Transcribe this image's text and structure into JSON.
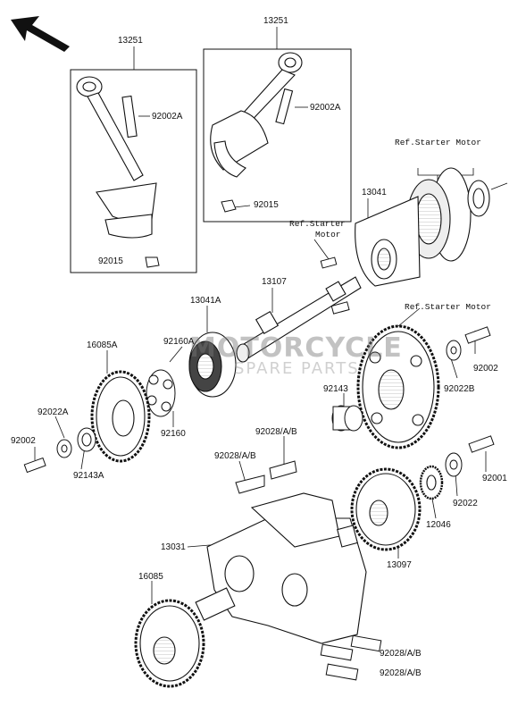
{
  "watermark": {
    "line1": "MOTORCYCLE",
    "line2": "SPARE PARTS",
    "shade": "#b8b8b8",
    "accent": "#d9534f"
  },
  "labels": {
    "13251_a": "13251",
    "13251_b": "13251",
    "92002A_a": "92002A",
    "92002A_b": "92002A",
    "92015_a": "92015",
    "92015_b": "92015",
    "ref_starter_motor_top": "Ref.Starter Motor",
    "ref_starter_a": "Ref.Starter",
    "ref_motor_a": "Motor",
    "ref_starter_motor_mid": "Ref.Starter Motor",
    "13041": "13041",
    "13107": "13107",
    "13041A": "13041A",
    "16085A": "16085A",
    "92160A": "92160A",
    "92160": "92160",
    "92022A": "92022A",
    "92002_left": "92002",
    "92143A": "92143A",
    "92143": "92143",
    "92002_right": "92002",
    "92022B": "92022B",
    "92028_top": "92028/A/B",
    "92028_mid": "92028/A/B",
    "92001": "92001",
    "92022": "92022",
    "12046": "12046",
    "13031": "13031",
    "13097": "13097",
    "16085": "16085",
    "92028_bot1": "92028/A/B",
    "92028_bot2": "92028/A/B"
  },
  "icons": {
    "direction": "front-arrow-icon"
  }
}
